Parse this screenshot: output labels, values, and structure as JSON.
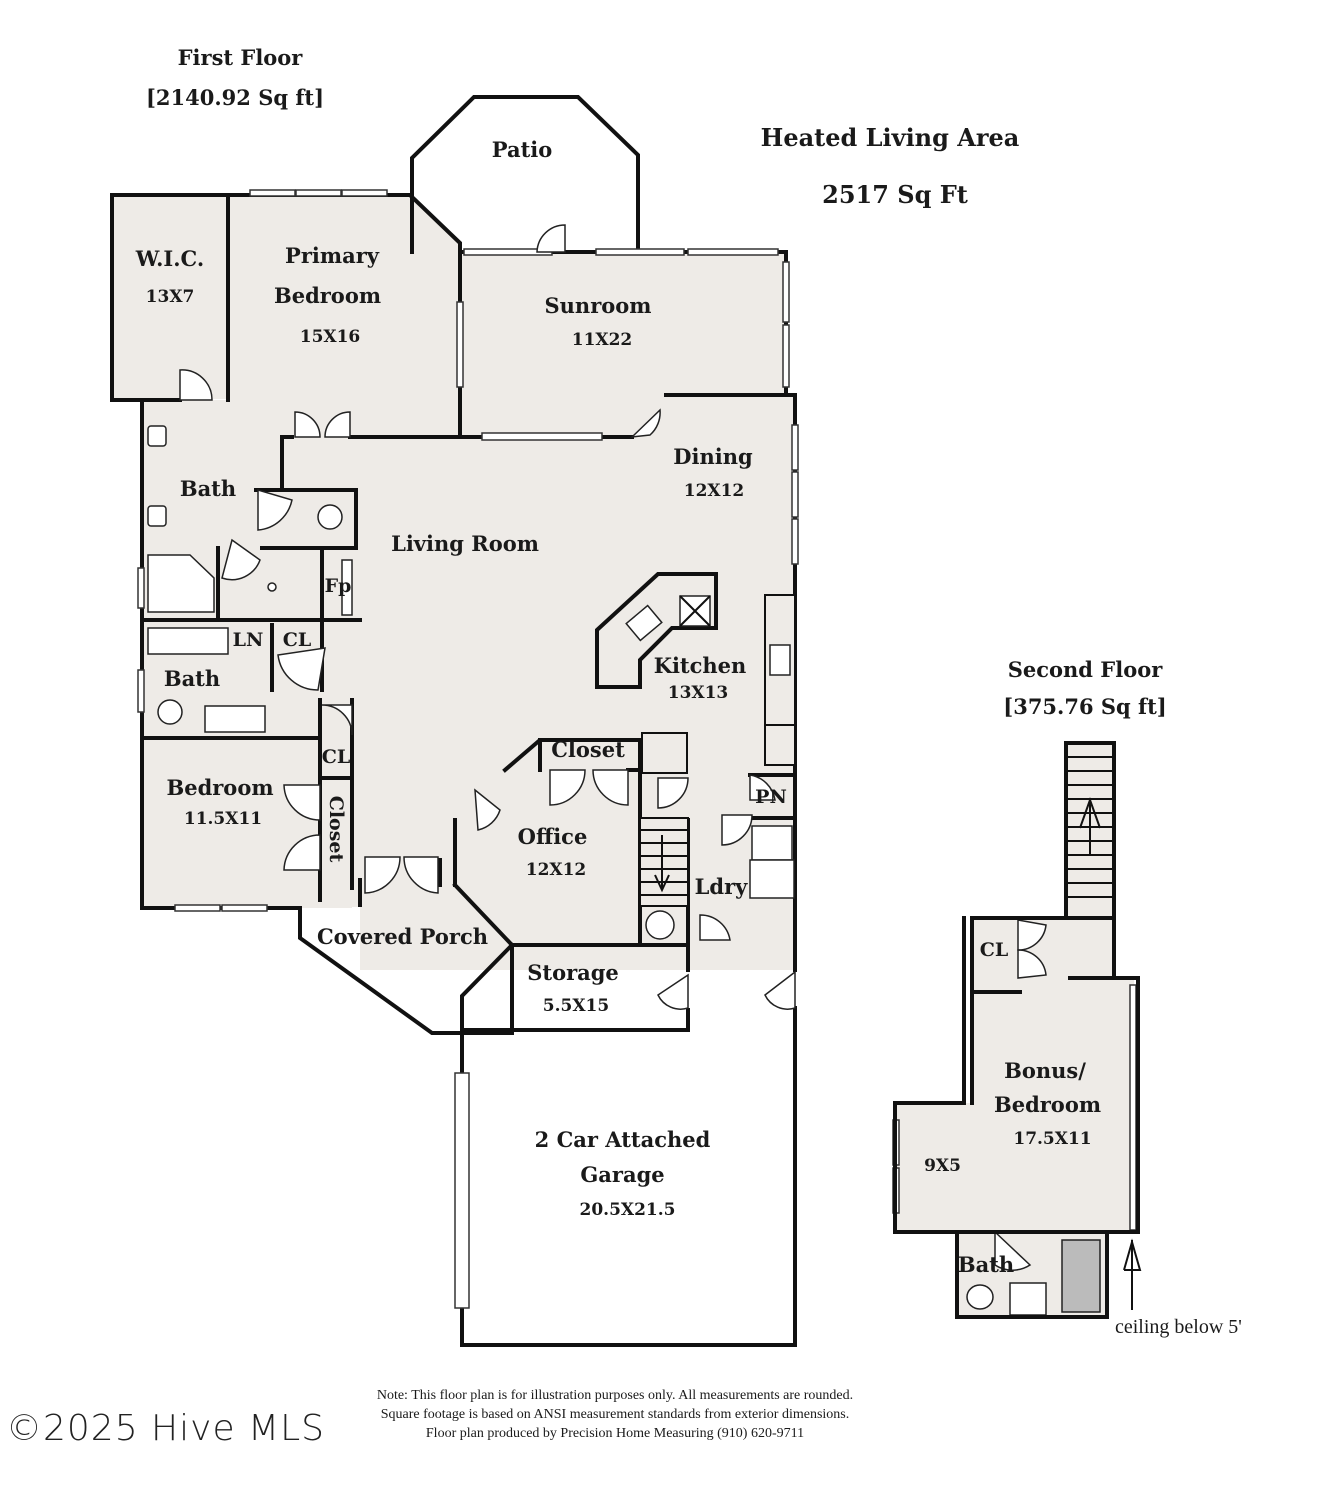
{
  "headers": {
    "first_floor": {
      "title": "First Floor",
      "area": "[2140.92 Sq ft]"
    },
    "heated": {
      "title": "Heated Living Area",
      "area": "2517 Sq Ft"
    },
    "second_floor": {
      "title": "Second Floor",
      "area": "[375.76 Sq ft]"
    }
  },
  "first_floor_rooms": {
    "patio": {
      "name": "Patio"
    },
    "wic": {
      "name": "W.I.C.",
      "dim": "13X7"
    },
    "primary_bedroom": {
      "name_line1": "Primary",
      "name_line2": "Bedroom",
      "dim": "15X16"
    },
    "sunroom": {
      "name": "Sunroom",
      "dim": "11X22"
    },
    "dining": {
      "name": "Dining",
      "dim": "12X12"
    },
    "primary_bath": {
      "name": "Bath"
    },
    "living_room": {
      "name": "Living Room"
    },
    "fireplace": {
      "name": "Fp"
    },
    "linen": {
      "name": "LN"
    },
    "closet_hall": {
      "name": "CL"
    },
    "bath2": {
      "name": "Bath"
    },
    "kitchen": {
      "name": "Kitchen",
      "dim": "13X13"
    },
    "bedroom": {
      "name": "Bedroom",
      "dim": "11.5X11"
    },
    "bedroom_cl": {
      "name": "CL"
    },
    "bedroom_closet": {
      "name": "Closet"
    },
    "office_closet": {
      "name": "Closet"
    },
    "office": {
      "name": "Office",
      "dim": "12X12"
    },
    "pantry": {
      "name": "PN"
    },
    "laundry": {
      "name": "Ldry"
    },
    "covered_porch": {
      "name": "Covered Porch"
    },
    "storage": {
      "name": "Storage",
      "dim": "5.5X15"
    },
    "garage": {
      "name_line1": "2 Car Attached",
      "name_line2": "Garage",
      "dim": "20.5X21.5"
    }
  },
  "second_floor_rooms": {
    "closet": {
      "name": "CL"
    },
    "bonus": {
      "name_line1": "Bonus/",
      "name_line2": "Bedroom",
      "dim": "17.5X11"
    },
    "nook": {
      "dim": "9X5"
    },
    "bath": {
      "name": "Bath"
    },
    "ceiling_note": "ceiling below 5'"
  },
  "footer": {
    "note_line1": "Note: This floor plan is for illustration purposes only. All measurements are  rounded.",
    "note_line2": "Square footage is based on ANSI measurement standards from exterior dimensions.",
    "note_line3": "Floor plan produced by Precision Home Measuring (910) 620-9711",
    "watermark": "©2025 Hive MLS"
  },
  "colors": {
    "room_fill": "#eeebe7",
    "wall": "#111111",
    "background": "#ffffff"
  }
}
